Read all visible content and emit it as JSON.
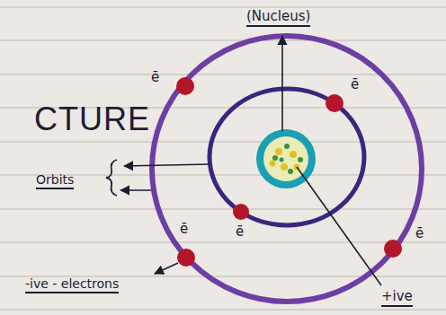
{
  "diagram": {
    "title": "CTURE",
    "labels": [
      "(Nucleus)",
      "ē",
      "ē",
      "Orbits",
      "ē",
      "ē",
      "ē",
      "-ive - electrons",
      "+ive"
    ]
  }
}
